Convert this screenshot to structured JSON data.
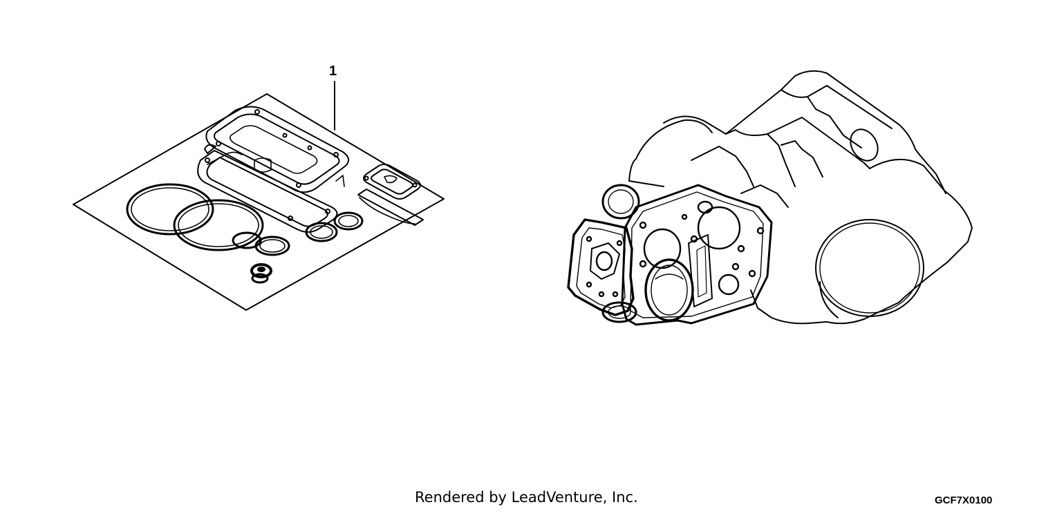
{
  "callouts": [
    {
      "number": "1"
    }
  ],
  "footer": {
    "credit": "Rendered by LeadVenture, Inc.",
    "diagram_code": "GCF7X0100"
  }
}
